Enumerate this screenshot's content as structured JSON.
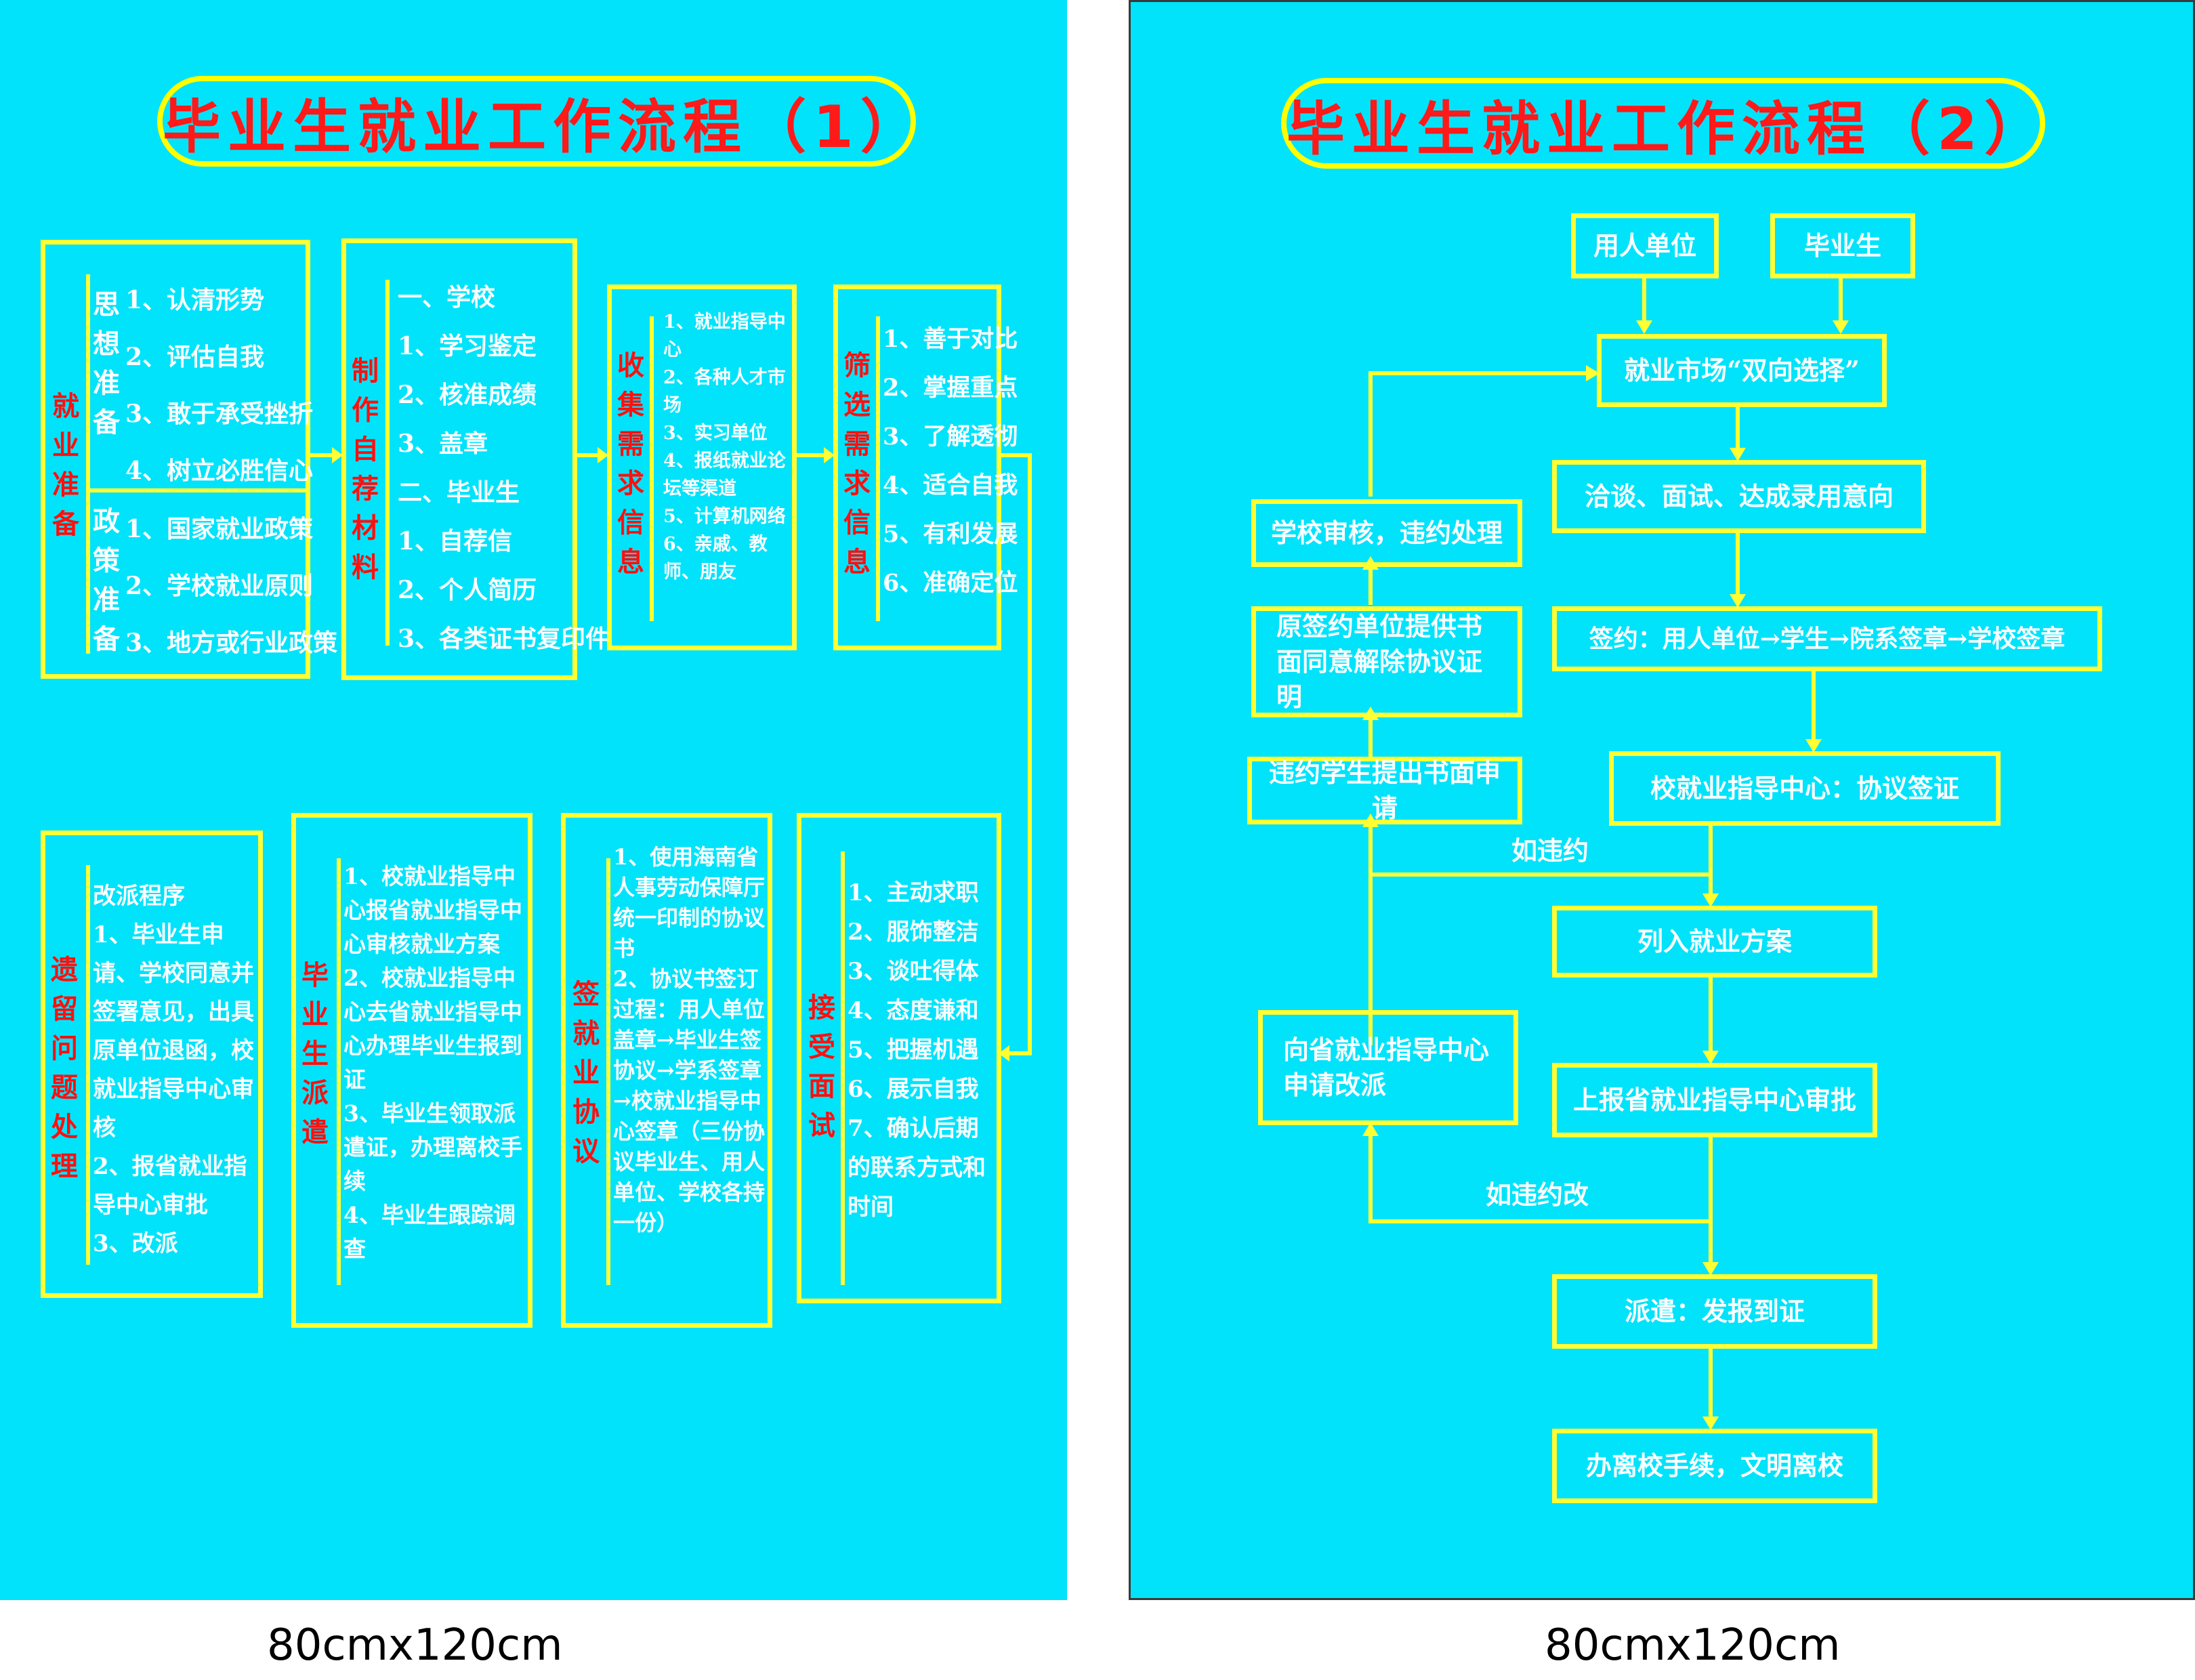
{
  "panel1": {
    "title": "毕业生就业工作流程（1）",
    "prep": {
      "label": "就业准备",
      "sub1": {
        "label": "思想准备",
        "items": [
          "1、认清形势",
          "2、评估自我",
          "3、敢于承受挫折",
          "4、树立必胜信心"
        ]
      },
      "sub2": {
        "label": "政策准备",
        "items": [
          "1、国家就业政策",
          "2、学校就业原则",
          "3、地方或行业政策"
        ]
      }
    },
    "materials": {
      "label": "制作自荐材料",
      "items": [
        "一、学校",
        "1、学习鉴定",
        "2、核准成绩",
        "3、盖章",
        "二、毕业生",
        "1、自荐信",
        "2、个人简历",
        "3、各类证书复印件"
      ]
    },
    "collect": {
      "label": "收集需求信息",
      "items": [
        "1、就业指导中心",
        "2、各种人才市场",
        "3、实习单位",
        "4、报纸就业论坛等渠道",
        "5、计算机网络",
        "6、亲戚、教师、朋友"
      ]
    },
    "filter": {
      "label": "筛选需求信息",
      "items": [
        "1、善于对比",
        "2、掌握重点",
        "3、了解透彻",
        "4、适合自我",
        "5、有利发展",
        "6、准确定位"
      ]
    },
    "interview": {
      "label": "接受面试",
      "items": [
        "1、主动求职",
        "2、服饰整洁",
        "3、谈吐得体",
        "4、态度谦和",
        "5、把握机遇",
        "6、展示自我",
        "7、确认后期的联系方式和时间"
      ]
    },
    "agreement": {
      "label": "签就业协议",
      "items": [
        "1、使用海南省人事劳动保障厅统一印制的协议书",
        "2、协议书签订过程：用人单位盖章→毕业生签协议→学系签章→校就业指导中心签章（三份协议毕业生、用人单位、学校各持一份）"
      ]
    },
    "dispatch": {
      "label": "毕业生派遣",
      "items": [
        "1、校就业指导中心报省就业指导中心审核就业方案",
        "2、校就业指导中心去省就业指导中心办理毕业生报到证",
        "3、毕业生领取派遣证，办理离校手续",
        "4、毕业生跟踪调查"
      ]
    },
    "legacy": {
      "label": "遗留问题处理",
      "items": [
        "改派程序",
        "1、毕业生申请、学校同意并签署意见，出具原单位退函，校就业指导中心审核",
        "2、报省就业指导中心审批",
        "3、改派"
      ]
    }
  },
  "panel2": {
    "title": "毕业生就业工作流程（2）",
    "nodes": {
      "employer": "用人单位",
      "graduate": "毕业生",
      "market": "就业市场“双向选择”",
      "negotiate": "洽谈、面试、达成录用意向",
      "sign": "签约：用人单位→学生→院系签章→学校签章",
      "certify": "校就业指导中心：协议签证",
      "plan": "列入就业方案",
      "report": "上报省就业指导中心审批",
      "dispatch": "派遣：发报到证",
      "leave": "办离校手续，文明离校",
      "school_review": "学校审核，违约处理",
      "orig_unit": "原签约单位提供书面同意解除协议证明",
      "student_apply": "违约学生提出书面申请",
      "province_apply": "向省就业指导中心申请改派"
    },
    "labels": {
      "breach": "如违约",
      "breach_change": "如违约改"
    }
  },
  "captions": {
    "left": "80cmx120cm",
    "right": "80cmx120cm"
  }
}
